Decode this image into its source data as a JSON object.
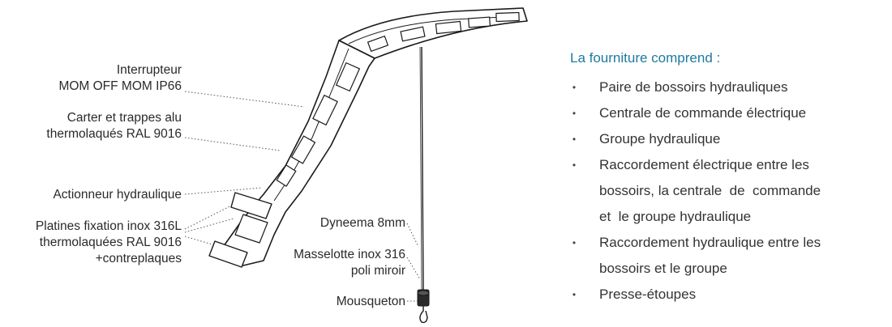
{
  "callouts": {
    "interrupteur": [
      "Interrupteur",
      "MOM OFF MOM IP66"
    ],
    "carter": [
      "Carter et trappes alu",
      "thermolaqués RAL 9016"
    ],
    "actionneur": [
      "Actionneur hydraulique"
    ],
    "platines": [
      "Platines fixation inox 316L",
      "thermolaquées RAL 9016",
      "+contreplaques"
    ],
    "dyneema": [
      "Dyneema 8mm"
    ],
    "masselotte": [
      "Masselotte inox 316",
      "poli miroir"
    ],
    "mousqueton": [
      "Mousqueton"
    ]
  },
  "supply": {
    "title": "La fourniture comprend :",
    "items": [
      {
        "text": "Paire de bossoirs hydrauliques"
      },
      {
        "text": "Centrale de commande électrique"
      },
      {
        "text": "Groupe hydraulique"
      },
      {
        "text": "Raccordement électrique entre les",
        "continuation": [
          "bossoirs, la centrale  de  commande",
          "et  le groupe hydraulique"
        ]
      },
      {
        "text": "Raccordement hydraulique entre les",
        "continuation": [
          "bossoirs et le groupe"
        ]
      },
      {
        "text": "Presse-étoupes"
      }
    ]
  },
  "colors": {
    "accent": "#1e7aa0",
    "line": "#1a1a1a"
  }
}
